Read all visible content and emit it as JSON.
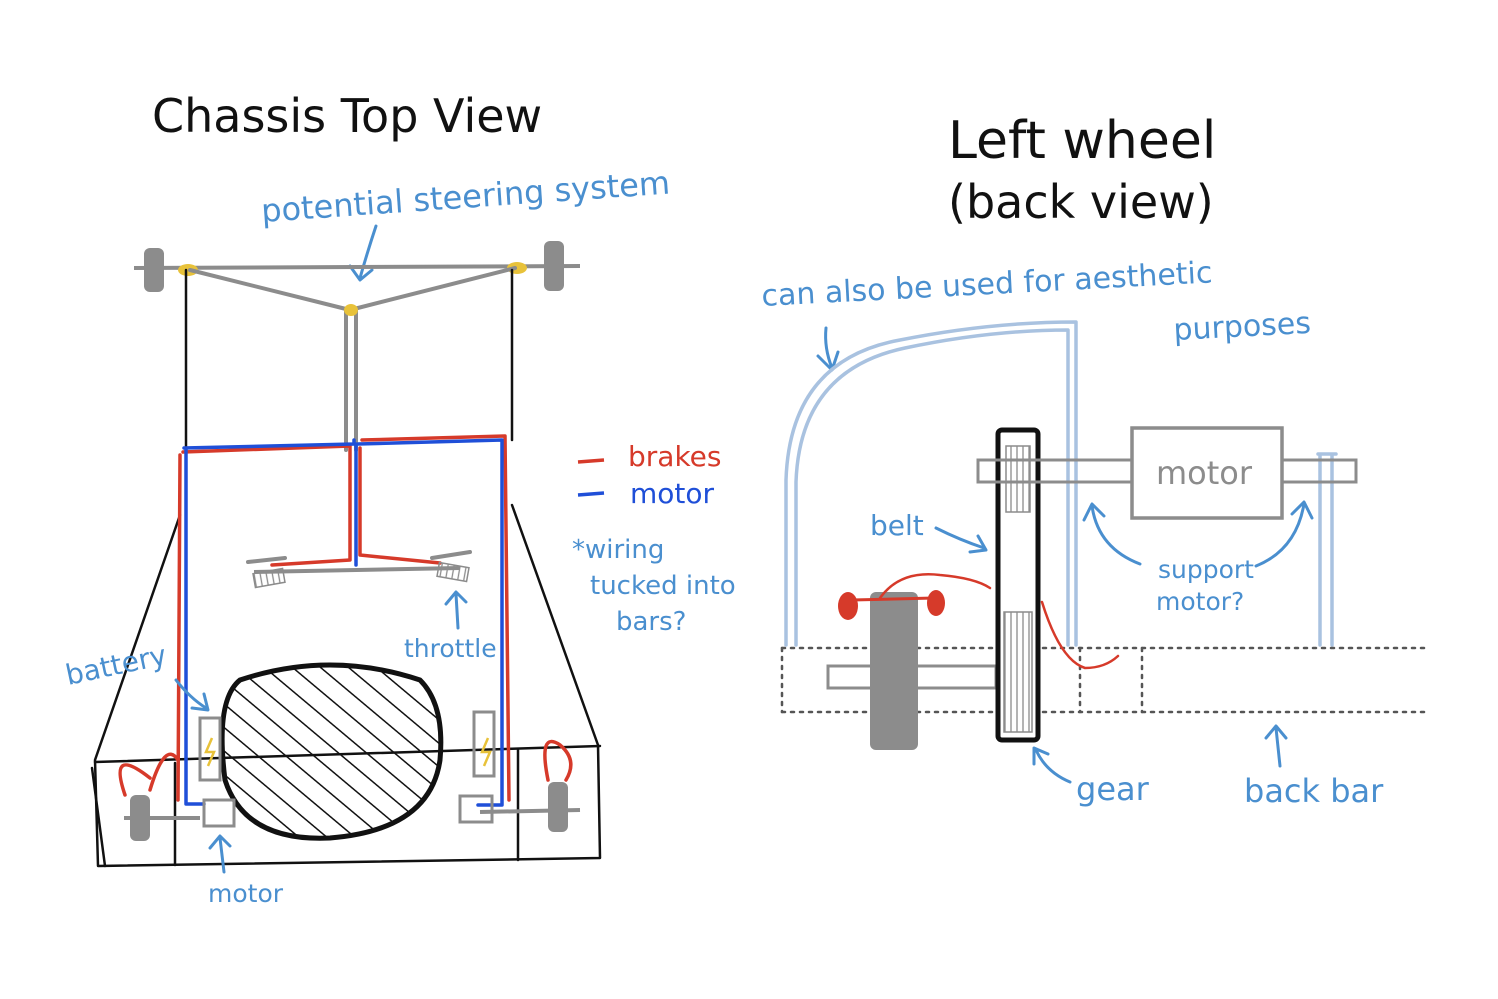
{
  "colors": {
    "ink": "#111111",
    "note_blue": "#4a8fcf",
    "brakes_red": "#d63a2a",
    "motor_blue": "#1f4fd8",
    "part_gray": "#8c8c8c",
    "hinge_yellow": "#e8c23a",
    "frame_light_blue": "#a9c2e0"
  },
  "left_sketch": {
    "title": "Chassis Top View",
    "steering_note": "potential steering system",
    "legend": {
      "brakes": "brakes",
      "motor": "motor"
    },
    "wiring_note": [
      "*wiring",
      "tucked into",
      "bars?"
    ],
    "throttle": "throttle",
    "battery": "battery",
    "motor_label": "motor"
  },
  "right_sketch": {
    "title": [
      "Left wheel",
      "(back view)"
    ],
    "aesthetic_note": [
      "can also be used for aesthetic",
      "purposes"
    ],
    "motor_box": "motor",
    "belt": "belt",
    "support_note": [
      "support",
      "motor?"
    ],
    "gear": "gear",
    "back_bar": "back bar"
  }
}
